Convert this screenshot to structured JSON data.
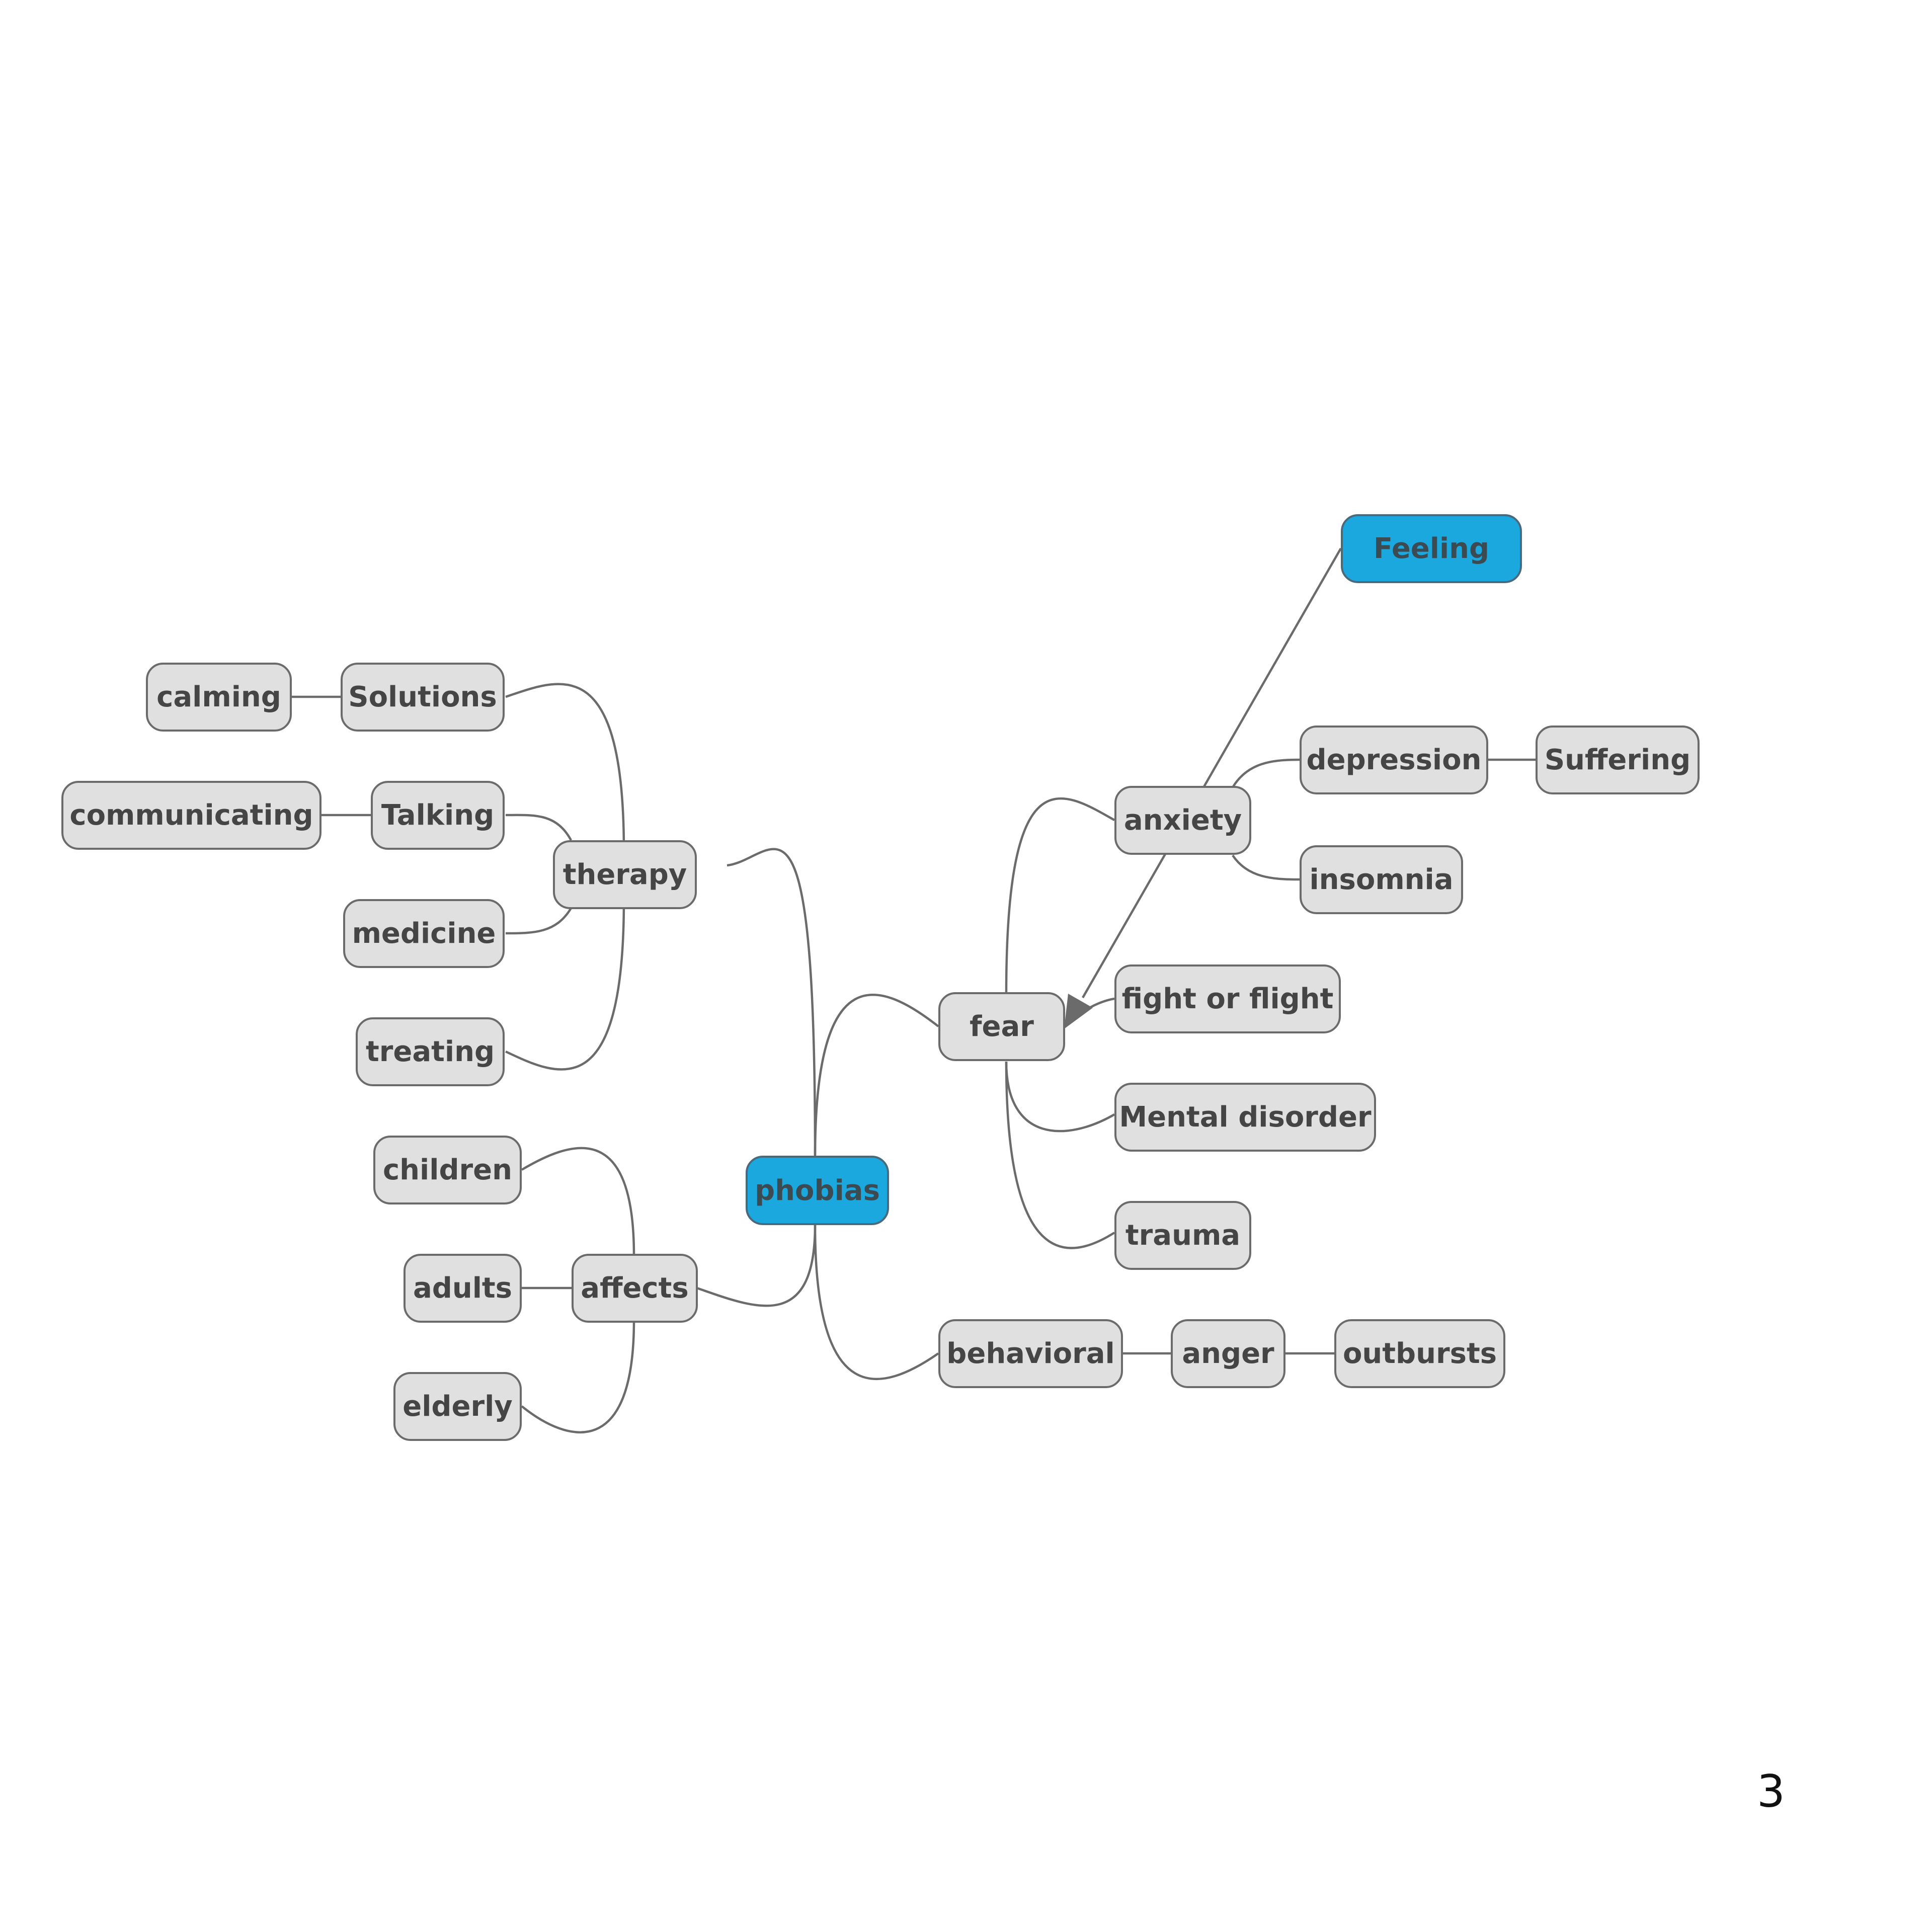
{
  "colors": {
    "root_fill": "#1ba8df",
    "node_fill": "#e0e0e0",
    "node_border": "#6b6b6b",
    "text": "#454545",
    "connector": "#6b6b6b"
  },
  "nodes": {
    "phobias": "phobias",
    "feeling": "Feeling",
    "therapy": "therapy",
    "solutions": "Solutions",
    "calming": "calming",
    "talking": "Talking",
    "communicating": "communicating",
    "medicine": "medicine",
    "treating": "treating",
    "affects": "affects",
    "children": "children",
    "adults": "adults",
    "elderly": "elderly",
    "fear": "fear",
    "anxiety": "anxiety",
    "depression": "depression",
    "suffering": "Suffering",
    "insomnia": "insomnia",
    "fight_or_flight": "fight or flight",
    "mental_disorder": "Mental disorder",
    "trauma": "trauma",
    "behavioral": "behavioral",
    "anger": "anger",
    "outbursts": "outbursts"
  },
  "relationship": {
    "from": "Feeling",
    "to": "fear",
    "arrow": "fear"
  },
  "page_number": "3"
}
